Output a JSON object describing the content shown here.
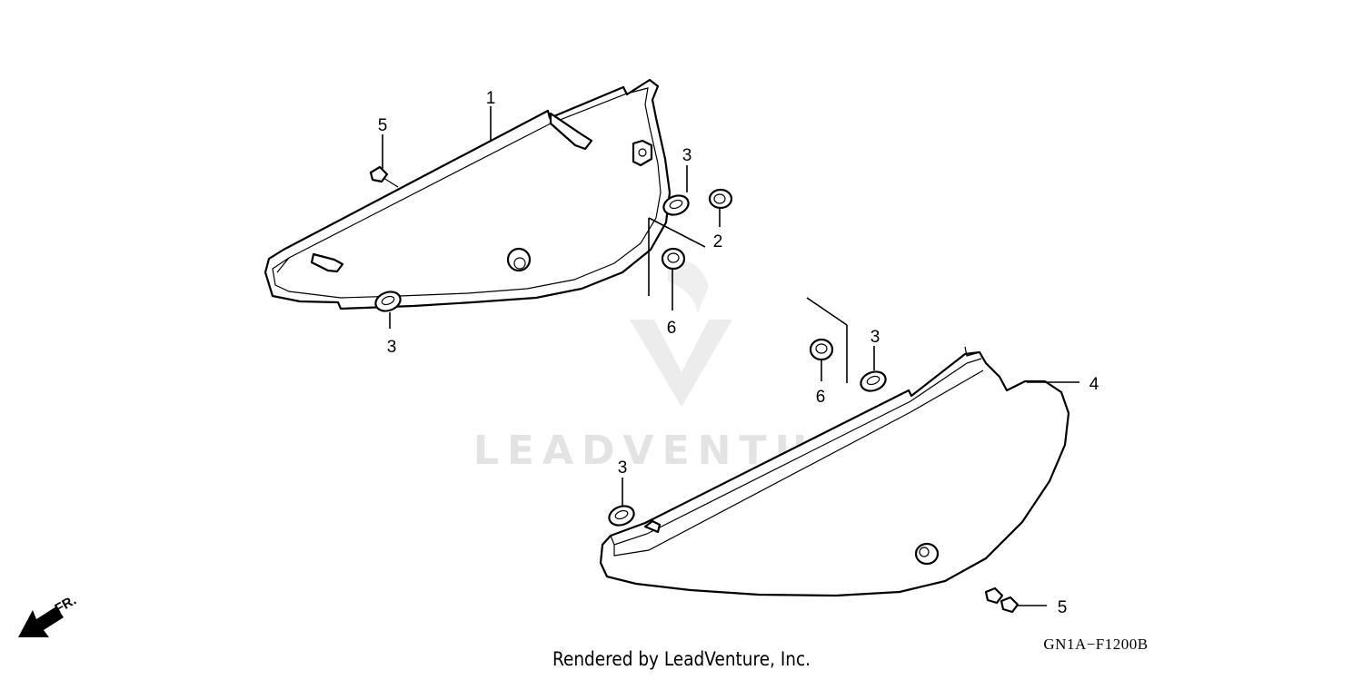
{
  "diagram": {
    "callouts": [
      {
        "id": "c1",
        "label": "1"
      },
      {
        "id": "c5a",
        "label": "5"
      },
      {
        "id": "c3a",
        "label": "3"
      },
      {
        "id": "c3b",
        "label": "3"
      },
      {
        "id": "c2",
        "label": "2"
      },
      {
        "id": "c6a",
        "label": "6"
      },
      {
        "id": "c3c",
        "label": "3"
      },
      {
        "id": "c6b",
        "label": "6"
      },
      {
        "id": "c4",
        "label": "4"
      },
      {
        "id": "c3d",
        "label": "3"
      },
      {
        "id": "c5b",
        "label": "5"
      }
    ],
    "direction_label": "FR.",
    "diagram_code": "GN1A−F1200B",
    "watermark_text": "LEADVENTURE",
    "footer": "Rendered by LeadVenture, Inc."
  }
}
